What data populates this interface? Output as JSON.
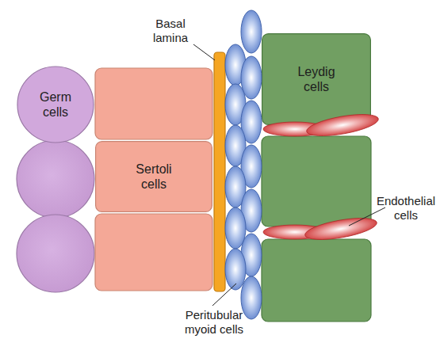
{
  "diagram": {
    "nodes": [
      {
        "text": [
          "Germ cells"
        ]
      },
      {
        "text": [
          "Sertoli cells"
        ]
      },
      {
        "text": [
          "Leydig cells"
        ]
      }
    ],
    "labels": [
      "Basal lamina",
      "Endothelial cells",
      "Peritubular myoid cells"
    ]
  }
}
